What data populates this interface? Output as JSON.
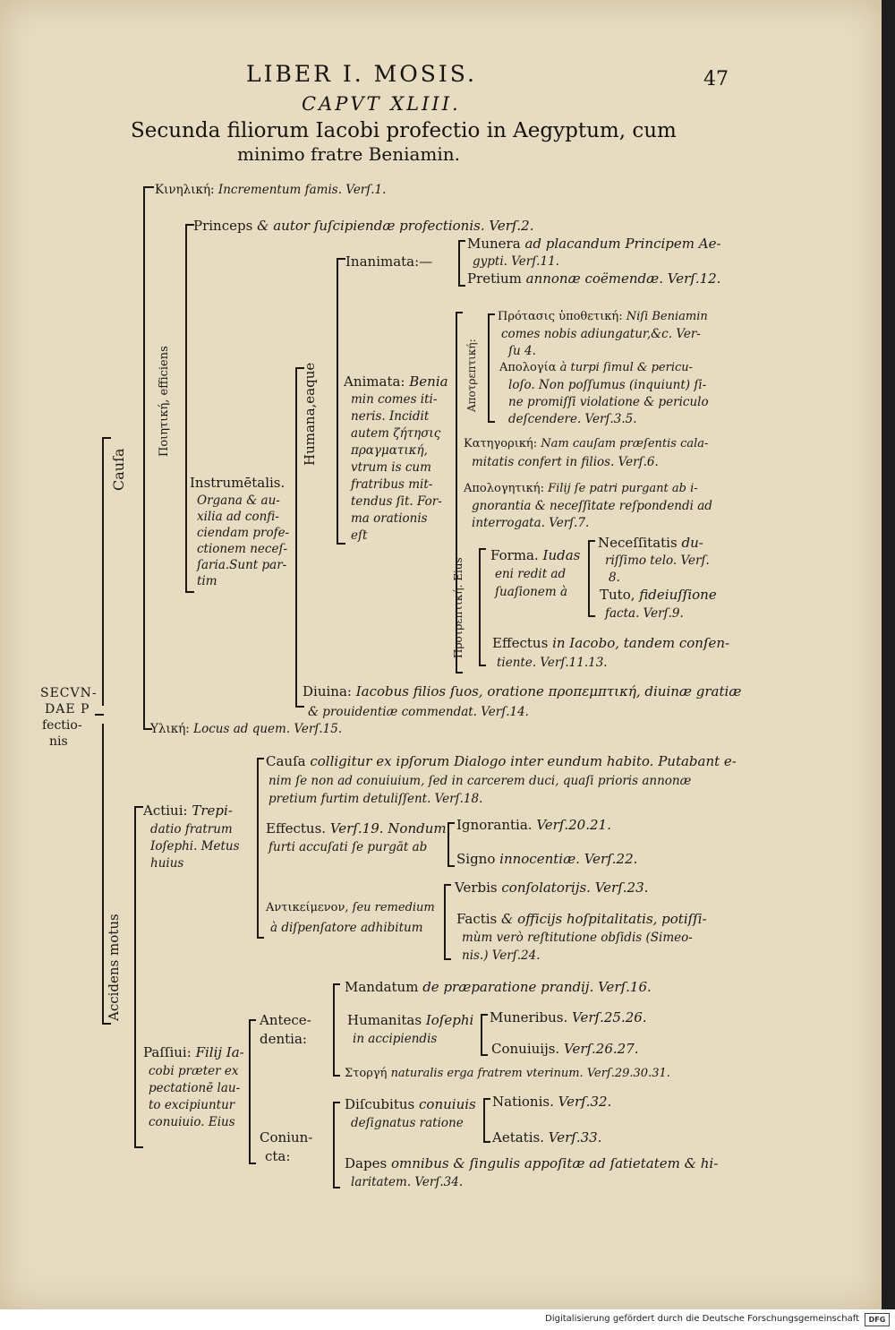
{
  "header": {
    "running_title": "LIBER I. MOSIS.",
    "page_number": "47",
    "chapter": "CAPVT XLIII.",
    "title_line1": "Secunda filiorum Iacobi profectio in Aegyptum, cum",
    "title_line2": "minimo fratre Beniamin."
  },
  "root": {
    "l1": "SECVN-",
    "l2": "DAE P",
    "l3": "fectio-",
    "l4": "nis"
  },
  "n_kin": {
    "a": "Κινηλική:",
    "b": "Incrementum famis. Verſ.1."
  },
  "causa": "Cauſa",
  "poietike": "Ποιητική, efficiens",
  "princeps": {
    "a": "Princeps",
    "b": "& autor ſuſcipiendæ profectionis. Verſ.2."
  },
  "humana": "Humana,eaque",
  "inanimata": "Inanimata:—",
  "munera": {
    "a": "Munera",
    "b": "ad placandum Principem Ae-",
    "c": "gypti. Verſ.11."
  },
  "pretium": {
    "a": "Pretium",
    "b": "annonæ coëmendæ. Verſ.12."
  },
  "apotreptike": "Αποτρεπτική:",
  "protasis": {
    "a": "Πρότασις ὑποθετική:",
    "b": "Niſi Beniamin",
    "c": "comes nobis adiungatur,&c. Ver-",
    "d": "ſu 4."
  },
  "apologia": {
    "a": "Απολογία",
    "b": "à turpi ſimul & pericu-",
    "c": "loſo. Non poſſumus (inquiunt) ſi-",
    "d": "ne promiſſi violatione & periculo",
    "e": "deſcendere. Verſ.3.5."
  },
  "kategorike": {
    "a": "Κατηγορική:",
    "b": "Nam cauſam præſentis cala-",
    "c": "mitatis confert in filios. Verſ.6."
  },
  "apologetike": {
    "a": "Απολογητική:",
    "b": "Filij ſe patri purgant ab i-",
    "c": "gnorantia & neceſſitate reſpondendi ad",
    "d": "interrogata. Verſ.7."
  },
  "protreptike": "Προτρεπτική. Eius",
  "animata": {
    "a": "Animata:",
    "b": "Benia",
    "c": "min comes iti-",
    "d": "neris. Incidit",
    "e": "autem ζήτησις",
    "f": "πραγματική,",
    "g": "vtrum is cum",
    "h": "fratribus mit-",
    "i": "tendus ſit. For-",
    "j": "ma orationis",
    "k": "eſt"
  },
  "forma": {
    "a": "Forma.",
    "b": "Iudas",
    "c": "eni redit ad",
    "d": "ſuaſionem à"
  },
  "necess": {
    "a": "Neceſſitatis",
    "b": "du-",
    "c": "riſſimo telo. Verſ.",
    "d": "8."
  },
  "tuto": {
    "a": "Tuto,",
    "b": "fideiuſſione",
    "c": "facta. Verſ.9."
  },
  "effectus1": {
    "a": "Effectus",
    "b": "in Iacobo, tandem conſen-",
    "c": "tiente. Verſ.11.13."
  },
  "instrum": {
    "a": "Instrumētalis.",
    "b": "Organa & au-",
    "c": "xilia ad confi-",
    "d": "ciendam profe-",
    "e": "ctionem neceſ-",
    "f": "ſaria.Sunt par-",
    "g": "tim"
  },
  "diuina": {
    "a": "Diuina:",
    "b": "Iacobus filios ſuos, oratione προπεμπτική, diuinæ gratiæ",
    "c": "& prouidentiæ commendat. Verſ.14."
  },
  "hylike": {
    "a": "Υλική:",
    "b": "Locus ad quem. Verſ.15."
  },
  "accidens": "Accidens motus",
  "actiui": {
    "a": "Actiui:",
    "b": "Trepi-",
    "c": "datio fratrum",
    "d": "Ioſephi. Metus",
    "e": "huius"
  },
  "causa2": {
    "a": "Cauſa",
    "b": "colligitur ex ipſorum Dialogo inter eundum habito. Putabant e-",
    "c": "nim ſe non ad conuiuium, ſed in carcerem duci, quaſi prioris annonæ",
    "d": "pretium furtim detuliſſent. Verſ.18."
  },
  "effectus2": {
    "a": "Effectus.",
    "b": "Verſ.19.",
    "c": "Nondum",
    "d": "furti accuſati ſe purgāt ab"
  },
  "ignorantia": {
    "a": "Ignorantia.",
    "b": "Verſ.20.21."
  },
  "signo": {
    "a": "Signo",
    "b": "innocentiæ. Verſ.22."
  },
  "antikeimenon": {
    "a": "Αντικείμενον,",
    "b": "ſeu remedium",
    "c": "à diſpenſatore adhibitum"
  },
  "verbis": {
    "a": "Verbis",
    "b": "conſolatorijs. Verſ.23."
  },
  "factis": {
    "a": "Factis",
    "b": "& officijs hoſpitalitatis, potiſſi-",
    "c": "mùm verò reſtitutione obſidis (Simeo-",
    "d": "nis.) Verſ.24."
  },
  "passiui": {
    "a": "Paſſiui:",
    "b": "Filij Ia-",
    "c": "cobi præter ex",
    "d": "pectationē lau-",
    "e": "to excipiuntur",
    "f": "conuiuio. Eius"
  },
  "antece": {
    "a": "Antece-",
    "b": "dentia:"
  },
  "mandatum": {
    "a": "Mandatum",
    "b": "de præparatione prandij. Verſ.16."
  },
  "humanitas": {
    "a": "Humanitas",
    "b": "Ioſephi",
    "c": "in accipiendis"
  },
  "muneribus": {
    "a": "Muneribus.",
    "b": "Verſ.25.26."
  },
  "conuiuiis": {
    "a": "Conuiuijs.",
    "b": "Verſ.26.27."
  },
  "storge": {
    "a": "Στοργή",
    "b": "naturalis erga fratrem vterinum. Verſ.29.30.31."
  },
  "coniuncta": {
    "a": "Coniun-",
    "b": "cta:"
  },
  "discubitus": {
    "a": "Diſcubitus",
    "b": "conuiuis",
    "c": "deſignatus ratione"
  },
  "nationis": {
    "a": "Nationis.",
    "b": "Verſ.32."
  },
  "aetatis": {
    "a": "Aetatis.",
    "b": "Verſ.33."
  },
  "dapes": {
    "a": "Dapes",
    "b": "omnibus & ſingulis appoſitæ ad ſatietatem & hi-",
    "c": "laritatem. Verſ.34."
  },
  "footer": {
    "text": "Digitalisierung gefördert durch die Deutsche Forschungsgemeinschaft",
    "logo": "DFG"
  }
}
